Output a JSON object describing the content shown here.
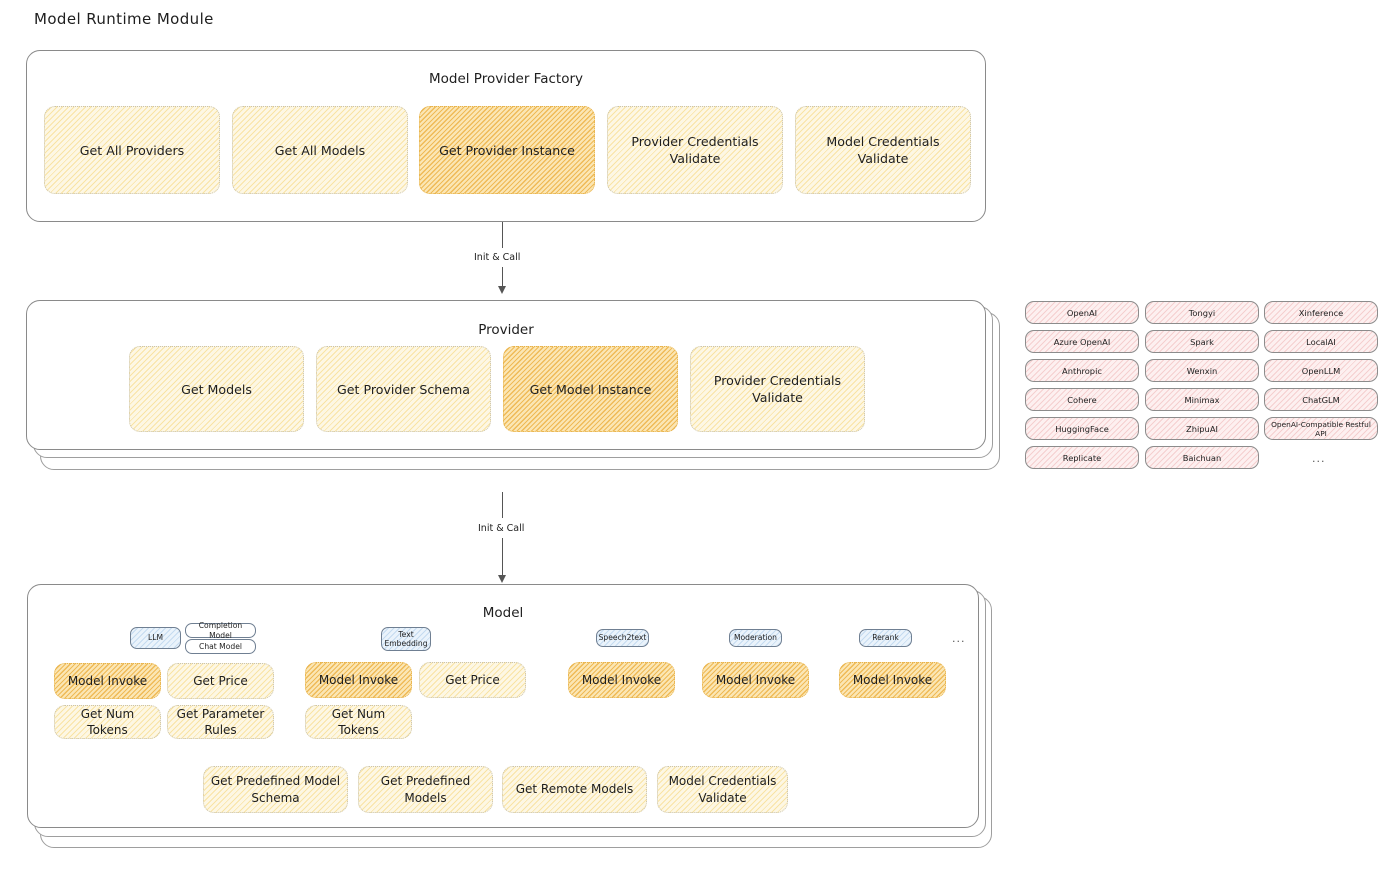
{
  "page": {
    "title": "Model Runtime Module"
  },
  "factory": {
    "title": "Model Provider Factory",
    "nodes": [
      {
        "label": "Get All Providers",
        "highlight": false
      },
      {
        "label": "Get All Models",
        "highlight": false
      },
      {
        "label": "Get Provider Instance",
        "highlight": true
      },
      {
        "label": "Provider Credentials Validate",
        "highlight": false
      },
      {
        "label": "Model Credentials Validate",
        "highlight": false
      }
    ]
  },
  "arrows": [
    {
      "label": "Init & Call"
    },
    {
      "label": "Init & Call"
    }
  ],
  "provider": {
    "title": "Provider",
    "nodes": [
      {
        "label": "Get Models",
        "highlight": false
      },
      {
        "label": "Get Provider Schema",
        "highlight": false
      },
      {
        "label": "Get Model Instance",
        "highlight": true
      },
      {
        "label": "Provider Credentials Validate",
        "highlight": false
      }
    ]
  },
  "provider_list": {
    "columns": [
      {
        "items": [
          "OpenAI",
          "Azure OpenAI",
          "Anthropic",
          "Cohere",
          "HuggingFace",
          "Replicate"
        ]
      },
      {
        "items": [
          "Tongyi",
          "Spark",
          "Wenxin",
          "Minimax",
          "ZhipuAI",
          "Baichuan"
        ]
      },
      {
        "items": [
          "Xinference",
          "LocalAI",
          "OpenLLM",
          "ChatGLM",
          "OpenAI-Compatible Restful API"
        ]
      }
    ],
    "more": "..."
  },
  "model": {
    "title": "Model",
    "more": "...",
    "types": [
      {
        "badge": "LLM",
        "badge_style": "blue",
        "sub_badges": [
          "Completion Model",
          "Chat Model"
        ],
        "nodes": [
          {
            "label": "Model Invoke",
            "highlight": true
          },
          {
            "label": "Get Price",
            "highlight": false
          },
          {
            "label": "Get Num Tokens",
            "highlight": false
          },
          {
            "label": "Get Parameter Rules",
            "highlight": false
          }
        ]
      },
      {
        "badge": "Text Embedding",
        "badge_style": "blue",
        "sub_badges": [],
        "nodes": [
          {
            "label": "Model Invoke",
            "highlight": true
          },
          {
            "label": "Get Price",
            "highlight": false
          },
          {
            "label": "Get Num Tokens",
            "highlight": false
          }
        ]
      },
      {
        "badge": "Speech2text",
        "badge_style": "blue",
        "sub_badges": [],
        "nodes": [
          {
            "label": "Model Invoke",
            "highlight": true
          }
        ]
      },
      {
        "badge": "Moderation",
        "badge_style": "blue",
        "sub_badges": [],
        "nodes": [
          {
            "label": "Model Invoke",
            "highlight": true
          }
        ]
      },
      {
        "badge": "Rerank",
        "badge_style": "blue",
        "sub_badges": [],
        "nodes": [
          {
            "label": "Model Invoke",
            "highlight": true
          }
        ]
      }
    ],
    "common_nodes": [
      {
        "label": "Get Predefined Model Schema"
      },
      {
        "label": "Get Predefined Models"
      },
      {
        "label": "Get Remote Models"
      },
      {
        "label": "Model Credentials Validate"
      }
    ]
  },
  "colors": {
    "node_fill": "#fdf7e4",
    "node_highlight_fill": "#fbe6b4",
    "pill_fill": "#fdf0f0",
    "badge_fill": "#eaf3fb",
    "stroke": "#8a8a8a",
    "text": "#1e1e1e"
  }
}
